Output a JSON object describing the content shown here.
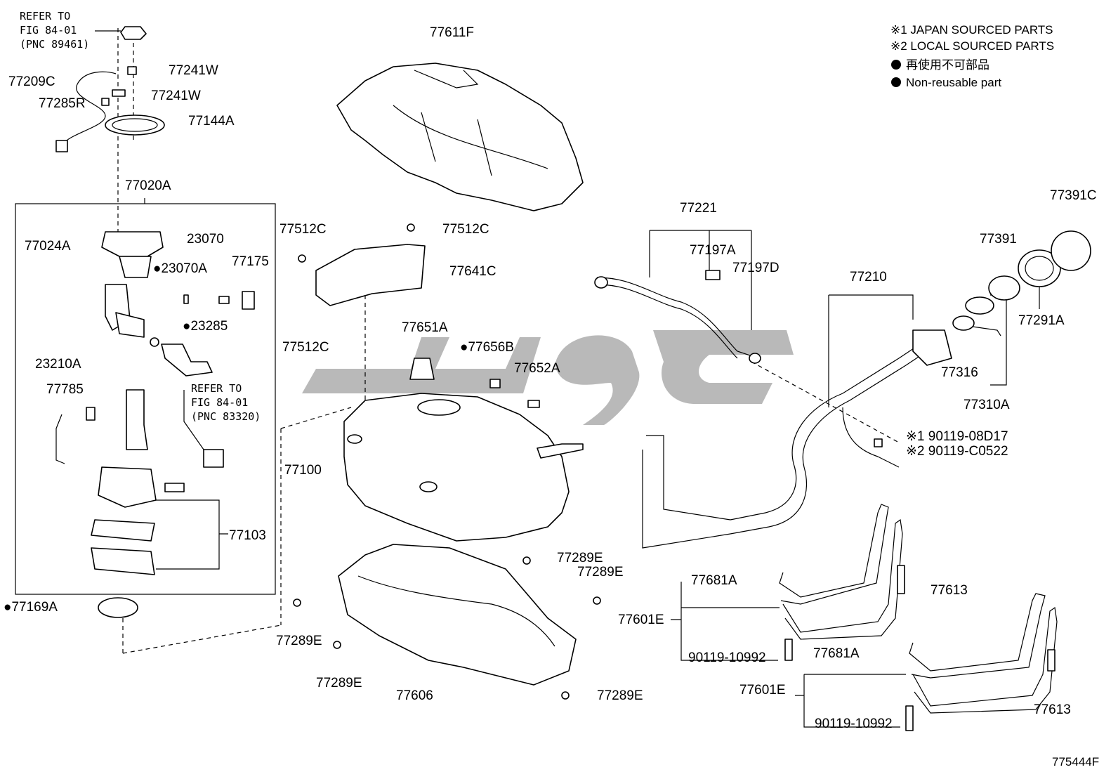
{
  "legend": {
    "japan": "※1 JAPAN SOURCED PARTS",
    "local": "※2 LOCAL SOURCED PARTS",
    "non_reusable_jp": "再使用不可部品",
    "non_reusable_en": "Non-reusable part"
  },
  "refs": {
    "ref1": [
      "REFER TO",
      "FIG 84-01",
      "(PNC 89461)"
    ],
    "ref2": [
      "REFER TO",
      "FIG 84-01",
      "(PNC 83320)"
    ]
  },
  "figure_id": "775444F",
  "labels": [
    {
      "id": "p77611F",
      "text": "77611F"
    },
    {
      "id": "p77241W_a",
      "text": "77241W"
    },
    {
      "id": "p77209C",
      "text": "77209C"
    },
    {
      "id": "p77241W_b",
      "text": "77241W"
    },
    {
      "id": "p77285R",
      "text": "77285R"
    },
    {
      "id": "p77144A",
      "text": "77144A"
    },
    {
      "id": "p77020A",
      "text": "77020A"
    },
    {
      "id": "p23070",
      "text": "23070"
    },
    {
      "id": "p77024A",
      "text": "77024A"
    },
    {
      "id": "p23070A",
      "text": "●23070A"
    },
    {
      "id": "p77175",
      "text": "77175"
    },
    {
      "id": "p23285",
      "text": "●23285"
    },
    {
      "id": "p23210A",
      "text": "23210A"
    },
    {
      "id": "p77785",
      "text": "77785"
    },
    {
      "id": "p77103",
      "text": "77103"
    },
    {
      "id": "p77169A",
      "text": "●77169A"
    },
    {
      "id": "p77512C_a",
      "text": "77512C"
    },
    {
      "id": "p77512C_b",
      "text": "77512C"
    },
    {
      "id": "p77641C",
      "text": "77641C"
    },
    {
      "id": "p77512C_c",
      "text": "77512C"
    },
    {
      "id": "p77651A",
      "text": "77651A"
    },
    {
      "id": "p77656B",
      "text": "●77656B"
    },
    {
      "id": "p77652A",
      "text": "77652A"
    },
    {
      "id": "p77100",
      "text": "77100"
    },
    {
      "id": "p77289E_a",
      "text": "77289E"
    },
    {
      "id": "p77289E_b",
      "text": "77289E"
    },
    {
      "id": "p77289E_c",
      "text": "77289E"
    },
    {
      "id": "p77289E_d",
      "text": "77289E"
    },
    {
      "id": "p77289E_e",
      "text": "77289E"
    },
    {
      "id": "p77606",
      "text": "77606"
    },
    {
      "id": "p77221",
      "text": "77221"
    },
    {
      "id": "p77197A",
      "text": "77197A"
    },
    {
      "id": "p77197D",
      "text": "77197D"
    },
    {
      "id": "p77210",
      "text": "77210"
    },
    {
      "id": "p77391",
      "text": "77391"
    },
    {
      "id": "p77391C",
      "text": "77391C"
    },
    {
      "id": "p77291A",
      "text": "77291A"
    },
    {
      "id": "p77316",
      "text": "77316"
    },
    {
      "id": "p77310A",
      "text": "77310A"
    },
    {
      "id": "p90119_08D17",
      "text": "※1 90119-08D17"
    },
    {
      "id": "p90119_C0522",
      "text": "※2 90119-C0522"
    },
    {
      "id": "p77681A_a",
      "text": "77681A"
    },
    {
      "id": "p77613_a",
      "text": "77613"
    },
    {
      "id": "p77601E_a",
      "text": "77601E"
    },
    {
      "id": "p90119_10992_a",
      "text": "90119-10992"
    },
    {
      "id": "p77681A_b",
      "text": "77681A"
    },
    {
      "id": "p77601E_b",
      "text": "77601E"
    },
    {
      "id": "p77613_b",
      "text": "77613"
    },
    {
      "id": "p90119_10992_b",
      "text": "90119-10992"
    }
  ]
}
